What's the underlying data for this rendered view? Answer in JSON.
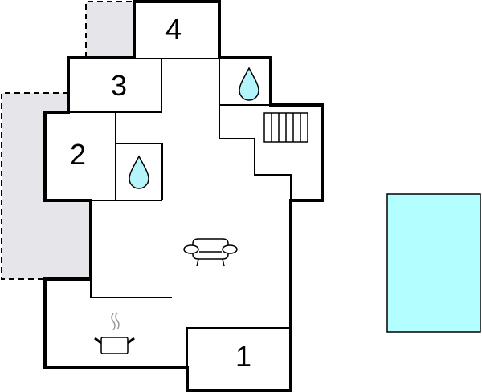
{
  "diagram": {
    "type": "floor-plan",
    "colors": {
      "wall": "#000000",
      "terrace": "#e6e6ea",
      "pool": "#b3ffff",
      "water_drop": "#b3f5fa",
      "steam": "#999999"
    },
    "rooms": [
      {
        "id": "room-1",
        "label": "1"
      },
      {
        "id": "room-2",
        "label": "2"
      },
      {
        "id": "room-3",
        "label": "3"
      },
      {
        "id": "room-4",
        "label": "4"
      }
    ],
    "icons": [
      {
        "name": "bathroom-water-drop-icon",
        "room": "bathroom-upper"
      },
      {
        "name": "bathroom-water-drop-icon",
        "room": "bathroom-lower"
      },
      {
        "name": "stairs-icon",
        "room": "stair-hall"
      },
      {
        "name": "sofa-icon",
        "room": "living-room"
      },
      {
        "name": "cooking-pot-icon",
        "room": "kitchen"
      }
    ],
    "outdoor": [
      {
        "name": "terrace-top",
        "style": "dashed"
      },
      {
        "name": "terrace-left",
        "style": "dashed"
      },
      {
        "name": "swimming-pool"
      }
    ]
  }
}
